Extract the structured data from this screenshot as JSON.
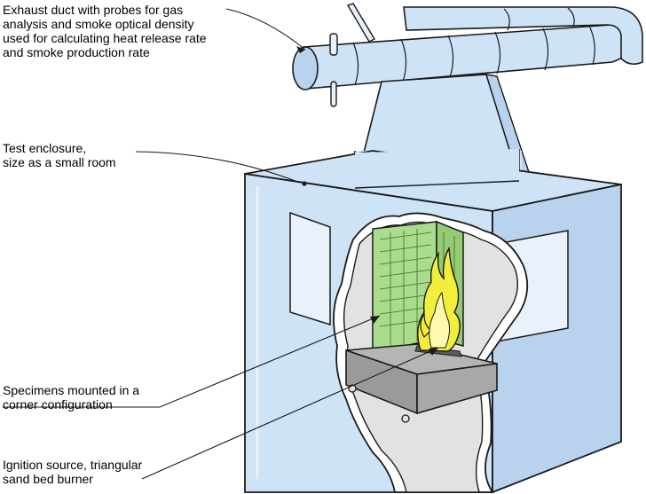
{
  "callouts": {
    "exhaust": {
      "lines": [
        "Exhaust duct with probes for gas",
        "analysis and smoke optical density",
        "used for calculating heat release rate",
        "and smoke production rate"
      ]
    },
    "enclosure": {
      "lines": [
        "Test enclosure,",
        "size as a small room"
      ]
    },
    "specimens": {
      "lines": [
        "Specimens mounted in a",
        "corner configuration"
      ]
    },
    "ignition": {
      "lines": [
        "Ignition source, triangular",
        "sand bed burner"
      ]
    }
  },
  "colors": {
    "enclosure_fill": "#cfe3f7",
    "enclosure_fill_dark": "#b9d3ee",
    "cutaway_interior": "#e2e2e2",
    "specimen_fill": "#a9dc8c",
    "burner_top": "#b5b5b5",
    "burner_front": "#9a9a9a",
    "flame_outer": "#f3ee3b",
    "flame_inner": "#fff9b0",
    "outline": "#1a1a1a"
  }
}
